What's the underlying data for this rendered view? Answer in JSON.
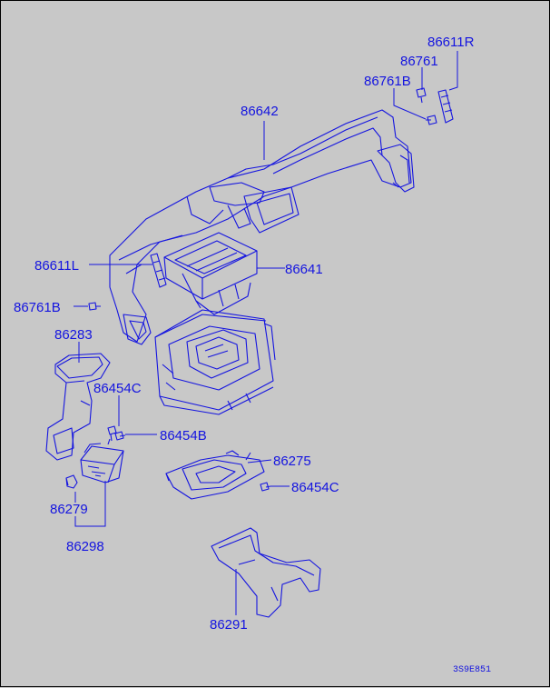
{
  "diagram": {
    "drawing_code": "3S9E851",
    "colors": {
      "line": "#1414e0",
      "background": "#c8c8c8"
    },
    "labels": {
      "p86611R": "86611R",
      "p86761": "86761",
      "p86761B_top": "86761B",
      "p86642": "86642",
      "p86611L": "86611L",
      "p86641": "86641",
      "p86761B_left": "86761B",
      "p86283": "86283",
      "p86454C_a": "86454C",
      "p86454B": "86454B",
      "p86275": "86275",
      "p86454C_b": "86454C",
      "p86279": "86279",
      "p86298": "86298",
      "p86291": "86291"
    }
  }
}
